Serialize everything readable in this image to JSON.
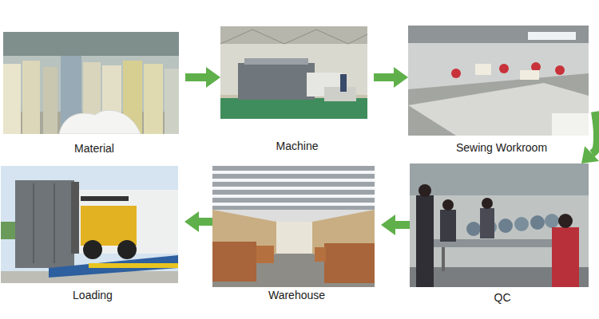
{
  "diagram": {
    "nodes": [
      {
        "text": [
          "Material"
        ]
      },
      {
        "text": [
          "Machine"
        ]
      },
      {
        "text": [
          "Sewing Workroom"
        ]
      },
      {
        "text": [
          "QC"
        ]
      },
      {
        "text": [
          "Warehouse"
        ]
      },
      {
        "text": [
          "Loading"
        ]
      }
    ],
    "edges": [
      {
        "from": 0,
        "to": 1,
        "arrow": "to"
      },
      {
        "from": 1,
        "to": 2,
        "arrow": "to"
      },
      {
        "from": 2,
        "to": 3,
        "arrow": "to"
      },
      {
        "from": 3,
        "to": 4,
        "arrow": "to"
      },
      {
        "from": 4,
        "to": 5,
        "arrow": "to"
      }
    ]
  }
}
